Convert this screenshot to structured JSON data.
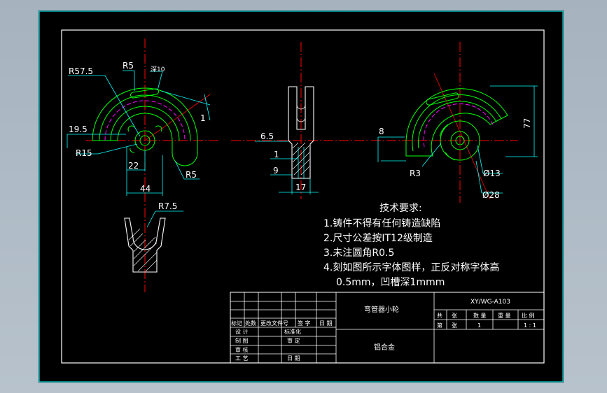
{
  "colors": {
    "background": "#a9b6c2",
    "sheet": "#000000",
    "frame": "#ffffff",
    "outline": "#00ff00",
    "dimension": "#00ffff",
    "centerline": "#ff0000",
    "hidden": "#ff00ff",
    "text": "#ffffff"
  },
  "dimensions": {
    "left": {
      "r57_5": "R57.5",
      "r5_top": "R5",
      "depth10": "深10",
      "d19_5": "19.5",
      "r15": "R15",
      "d22": "22",
      "r5_bottom": "R5",
      "d44": "44",
      "angle1": "1",
      "r7_5": "R7.5"
    },
    "middle": {
      "d6_5": "6.5",
      "d1": "1",
      "d9": "9",
      "d17": "17"
    },
    "right": {
      "d8": "8",
      "d77": "77",
      "r3": "R3",
      "dia13": "Ø13",
      "dia28": "Ø28"
    }
  },
  "notes": {
    "title": "技术要求:",
    "lines": [
      "1.铸件不得有任何铸造缺陷",
      "2.尺寸公差按IT12级制造",
      "3.未注圆角R0.5",
      "4.刻如图所示字体图样，正反对称字体高",
      "0.5mm，凹槽深1mmm"
    ]
  },
  "title_block": {
    "part_name": "弯管器小轮",
    "drawing_no": "XY/WG-A103",
    "material": "铝合金",
    "col_gong": "共",
    "col_zhang1": "张",
    "col_shuliang": "数 量",
    "col_zhongliang": "重 量",
    "col_bili": "比 例",
    "col_di": "第",
    "col_zhang2": "张",
    "qty": "1",
    "scale": "1 : 1",
    "rev_labels": [
      "标记",
      "处数",
      "更改文件号",
      "签 字",
      "日 期"
    ],
    "row_labels": [
      "设 计",
      "制 图",
      "审 核",
      "工 艺"
    ],
    "right_labels": [
      "标准化",
      "审 定",
      "日 期"
    ]
  }
}
